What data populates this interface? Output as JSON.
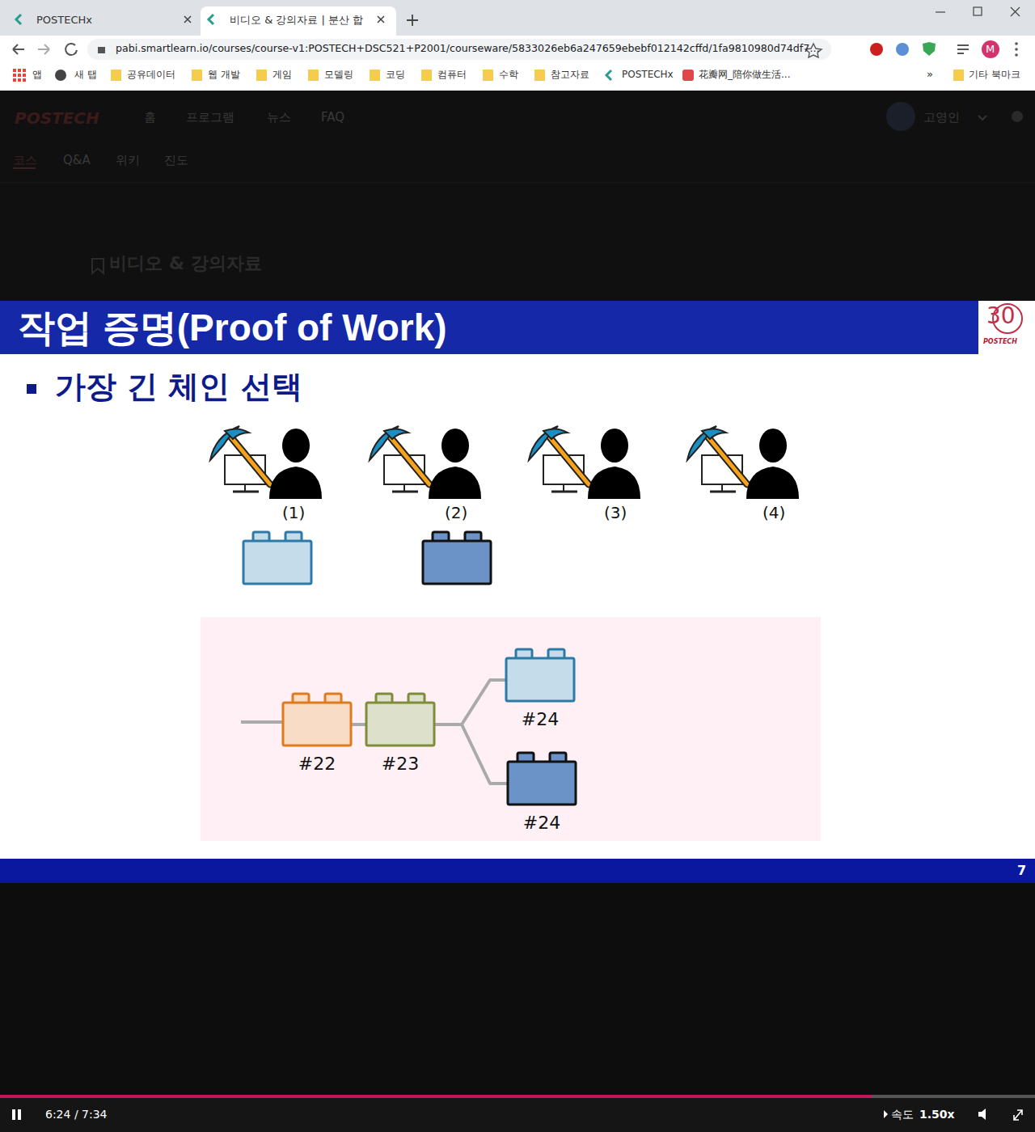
{
  "diagram": {
    "title": "작업 증명(Proof of Work)",
    "nodes": [
      {
        "text": [
          "#22"
        ]
      },
      {
        "text": [
          "#23"
        ]
      },
      {
        "text": [
          "#24"
        ]
      },
      {
        "text": [
          "#24"
        ]
      }
    ],
    "edges": [
      {
        "from": 0,
        "to": 1,
        "arrow": "none"
      },
      {
        "from": 1,
        "to": 2,
        "arrow": "none"
      },
      {
        "from": 1,
        "to": 3,
        "arrow": "none"
      }
    ],
    "labels": [
      "POSTECHx",
      "비디오 & 강의자료 | 분산 합",
      "pabi.smartlearn.io/courses/course-v1:POSTECH+DSC521+P2001/courseware/5833026eb6a247659ebebf012142cffd/1fa9810980d74df7…",
      "앱",
      "새 탭",
      "공유데이터",
      "웹 개발",
      "게임",
      "모델링",
      "코딩",
      "컴퓨터",
      "수학",
      "참고자료",
      "POSTECHx",
      "花瓣网_陪你做生活...",
      "»",
      "기타 북마크",
      "M",
      "POSTECH",
      "홈",
      "프로그램",
      "뉴스",
      "FAQ",
      "고영인",
      "코스",
      "Q&A",
      "위키",
      "진도",
      "비디오 & 강의자료",
      "가장 긴 체인 선택",
      "(1)",
      "(2)",
      "(3)",
      "(4)",
      "7",
      "6:24 / 7:34",
      "속도",
      "1.50x",
      "POSTECH",
      "30"
    ]
  }
}
